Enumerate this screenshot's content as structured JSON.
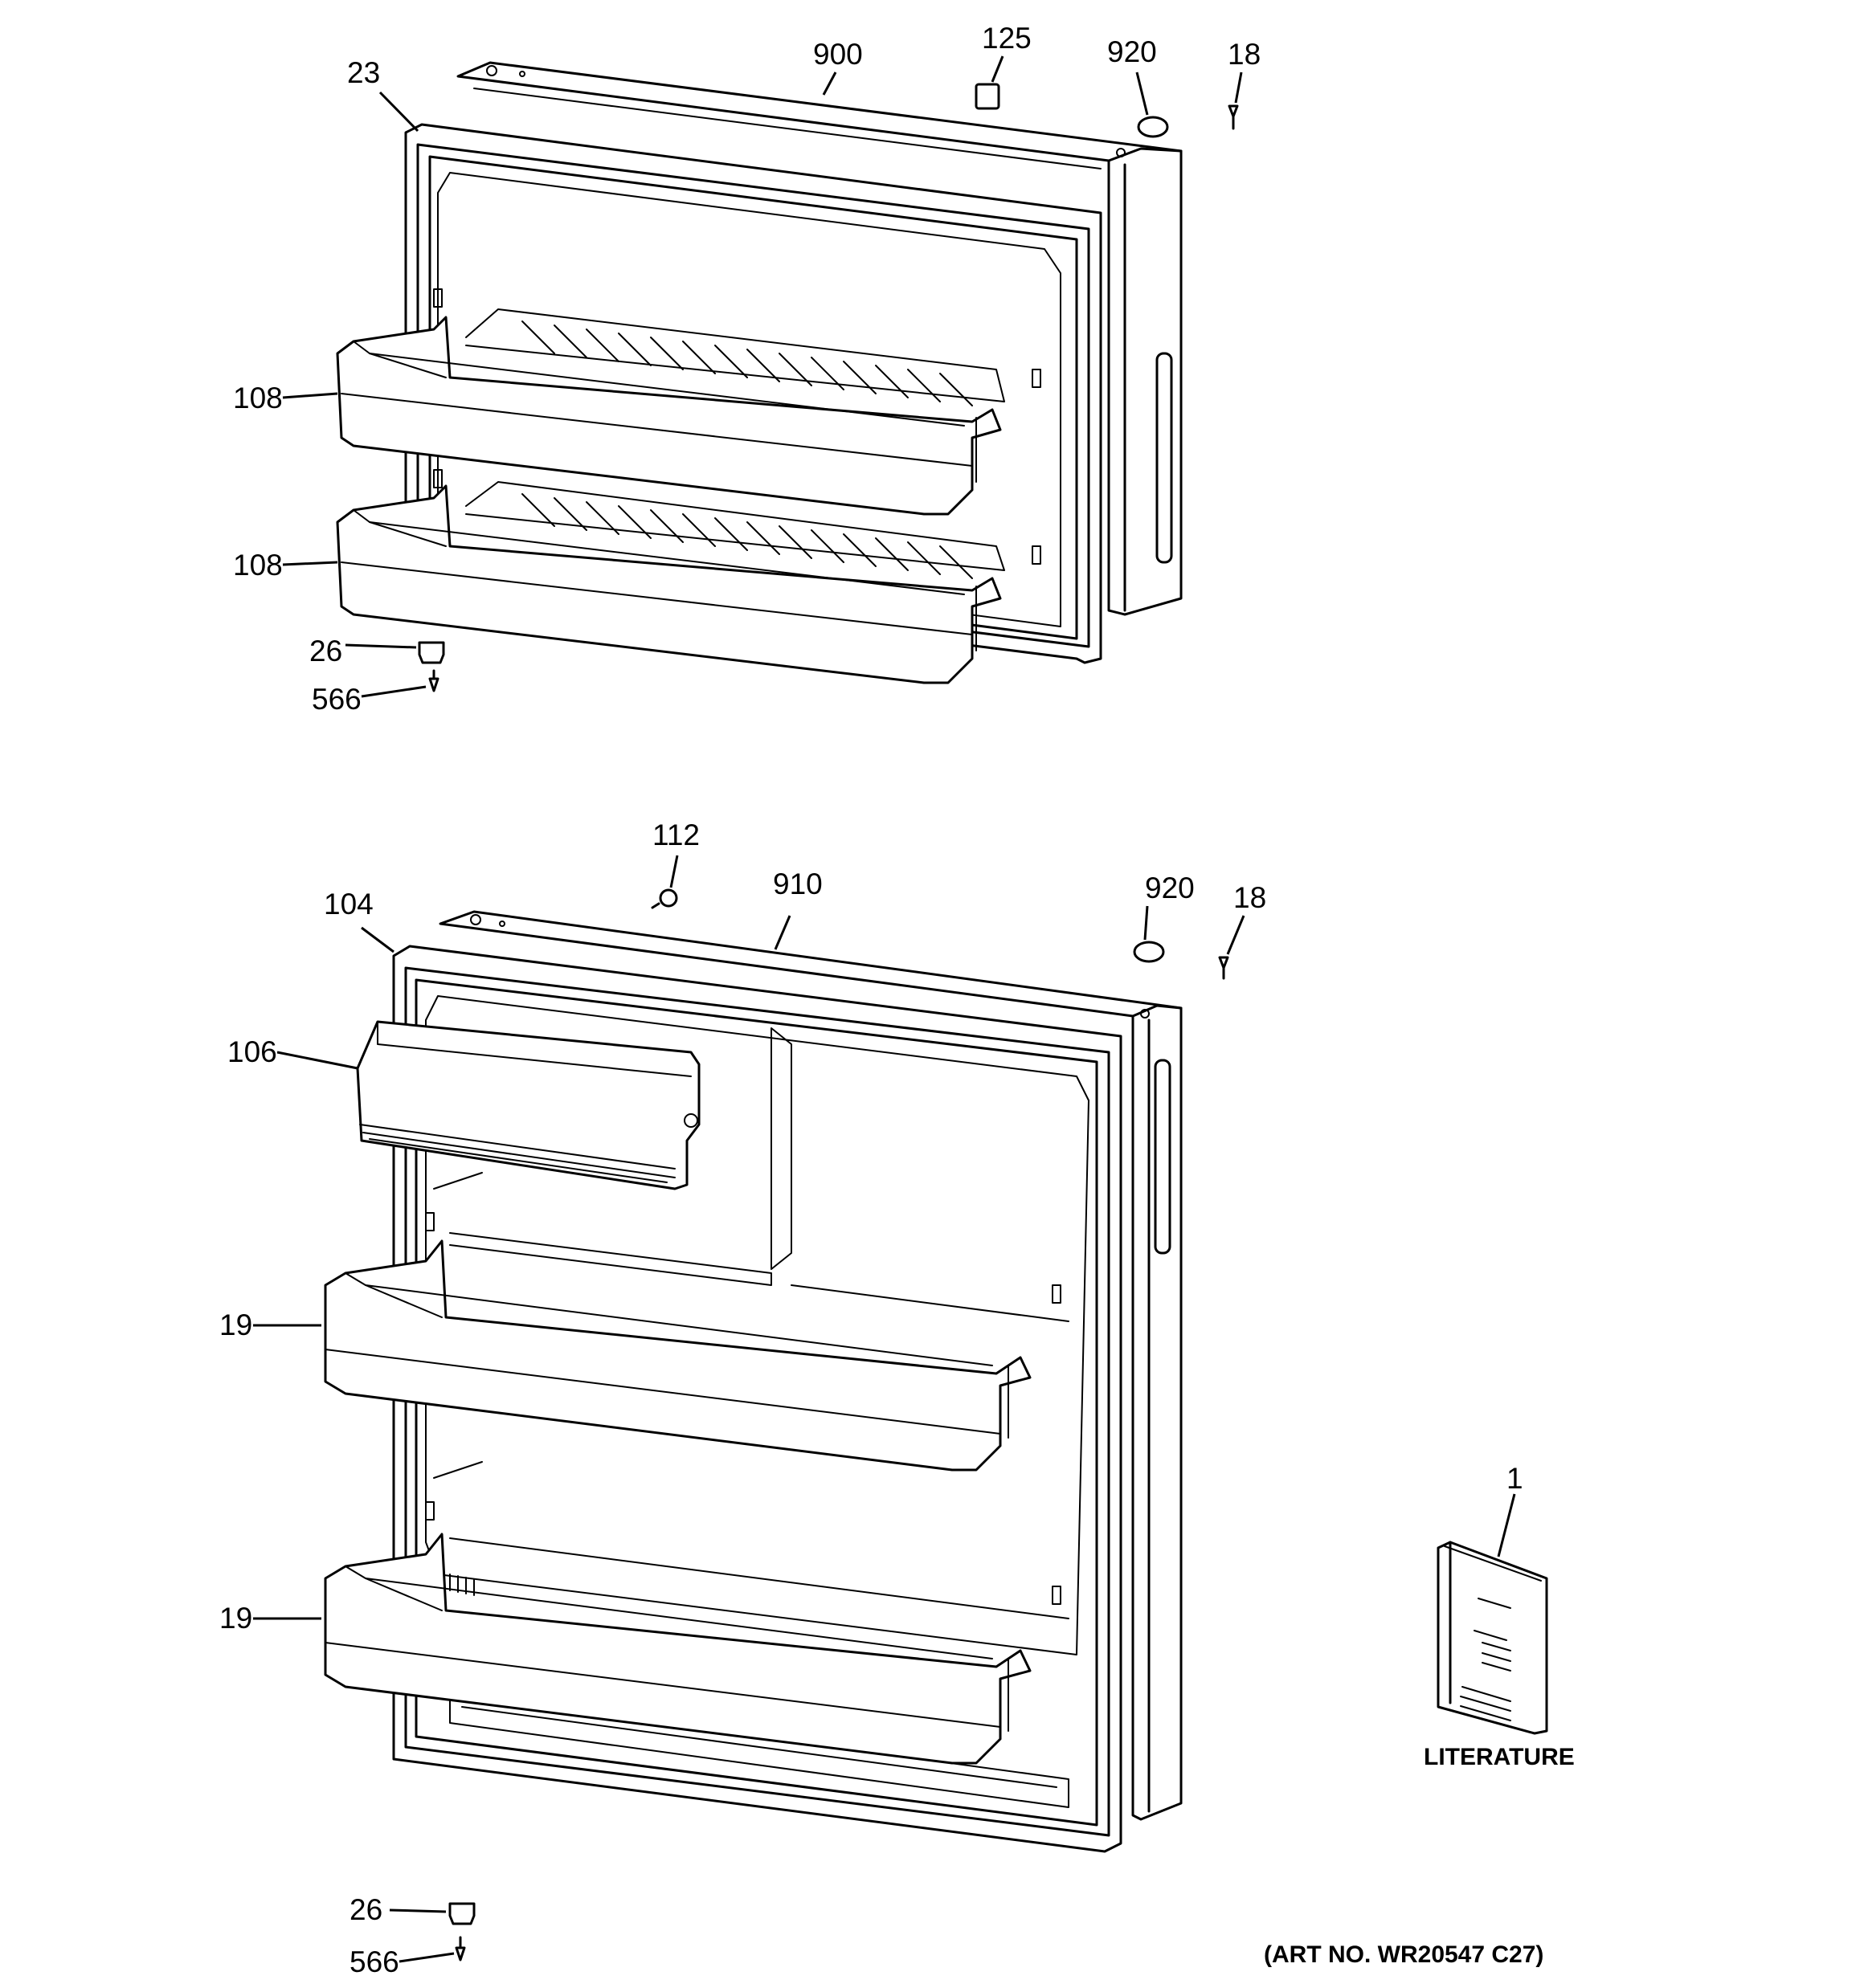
{
  "freezer_door": {
    "labels": {
      "p23": "23",
      "p900": "900",
      "p125": "125",
      "p920": "920",
      "p18": "18",
      "p108a": "108",
      "p108b": "108",
      "p26": "26",
      "p566": "566"
    }
  },
  "fresh_food_door": {
    "labels": {
      "p112": "112",
      "p910": "910",
      "p104": "104",
      "p920": "920",
      "p18": "18",
      "p106": "106",
      "p19a": "19",
      "p19b": "19",
      "p26": "26",
      "p566": "566"
    }
  },
  "literature": {
    "part": "1",
    "caption": "LITERATURE"
  },
  "art_number": "(ART NO. WR20547 C27)"
}
